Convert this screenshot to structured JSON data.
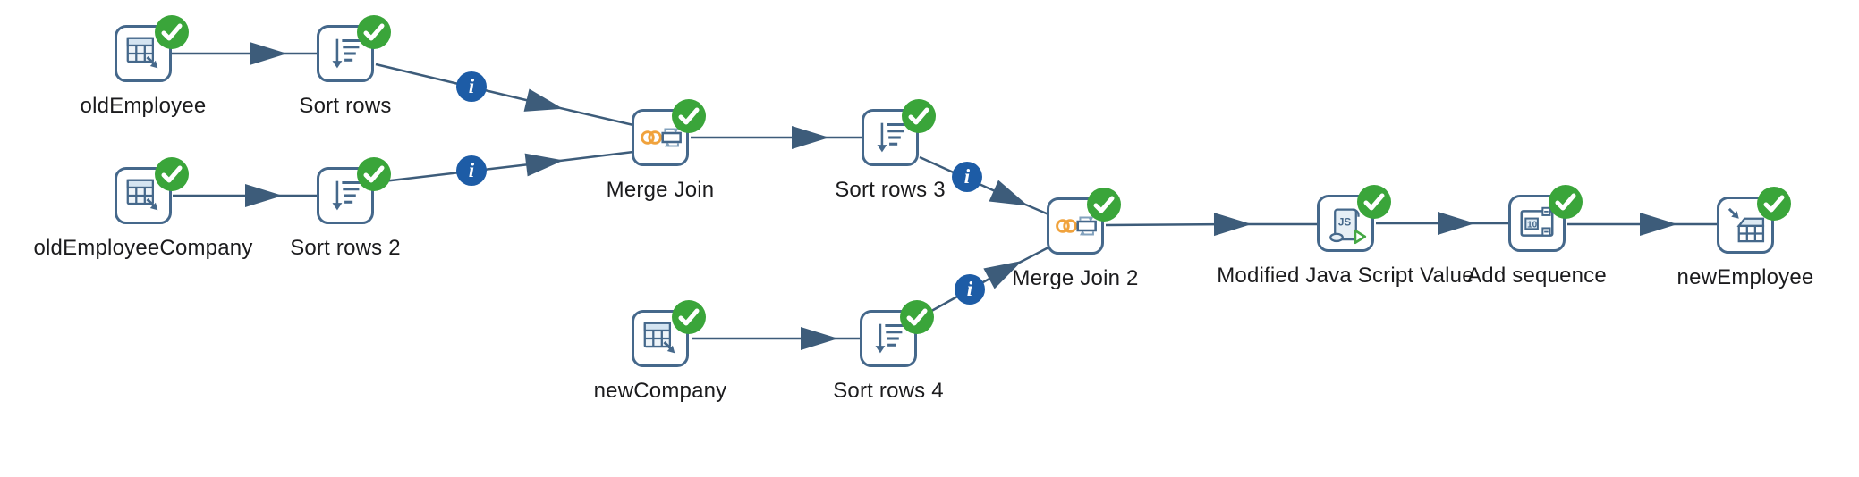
{
  "app": {
    "view": "transformation-graph"
  },
  "colors": {
    "background": "#ffffff",
    "node_border": "#45688b",
    "icon_fill_light": "#dce9f3",
    "hop_line": "#3d5c7a",
    "success_badge": "#3aa53a",
    "info_badge": "#1d5ca6",
    "join_rings_orange": "#f0a23c",
    "js_play_green": "#45a845",
    "label_text": "#1b1b1d"
  },
  "badges": {
    "info_glyph": "i"
  },
  "nodes": [
    {
      "id": "oldEmployee",
      "label": "oldEmployee",
      "type": "table-input",
      "status": "success"
    },
    {
      "id": "sort-rows",
      "label": "Sort rows",
      "type": "sort-rows",
      "status": "success"
    },
    {
      "id": "oldEmployeeCompany",
      "label": "oldEmployeeCompany",
      "type": "table-input",
      "status": "success"
    },
    {
      "id": "sort-rows-2",
      "label": "Sort rows 2",
      "type": "sort-rows",
      "status": "success"
    },
    {
      "id": "merge-join",
      "label": "Merge Join",
      "type": "merge-join",
      "status": "success"
    },
    {
      "id": "sort-rows-3",
      "label": "Sort rows 3",
      "type": "sort-rows",
      "status": "success"
    },
    {
      "id": "newCompany",
      "label": "newCompany",
      "type": "table-input",
      "status": "success"
    },
    {
      "id": "sort-rows-4",
      "label": "Sort rows 4",
      "type": "sort-rows",
      "status": "success"
    },
    {
      "id": "merge-join-2",
      "label": "Merge Join 2",
      "type": "merge-join",
      "status": "success"
    },
    {
      "id": "modified-java-script-value",
      "label": "Modified Java Script Value",
      "type": "modified-javascript-value",
      "status": "success"
    },
    {
      "id": "add-sequence",
      "label": "Add sequence",
      "type": "add-sequence",
      "status": "success"
    },
    {
      "id": "newEmployee",
      "label": "newEmployee",
      "type": "table-output",
      "status": "success"
    }
  ],
  "edges": [
    {
      "from": "oldEmployee",
      "to": "Sort rows",
      "info": false
    },
    {
      "from": "Sort rows",
      "to": "Merge Join",
      "info": true
    },
    {
      "from": "oldEmployeeCompany",
      "to": "Sort rows 2",
      "info": false
    },
    {
      "from": "Sort rows 2",
      "to": "Merge Join",
      "info": true
    },
    {
      "from": "Merge Join",
      "to": "Sort rows 3",
      "info": false
    },
    {
      "from": "Sort rows 3",
      "to": "Merge Join 2",
      "info": true
    },
    {
      "from": "newCompany",
      "to": "Sort rows 4",
      "info": false
    },
    {
      "from": "Sort rows 4",
      "to": "Merge Join 2",
      "info": true
    },
    {
      "from": "Merge Join 2",
      "to": "Modified Java Script Value",
      "info": false
    },
    {
      "from": "Modified Java Script Value",
      "to": "Add sequence",
      "info": false
    },
    {
      "from": "Add sequence",
      "to": "newEmployee",
      "info": false
    }
  ]
}
